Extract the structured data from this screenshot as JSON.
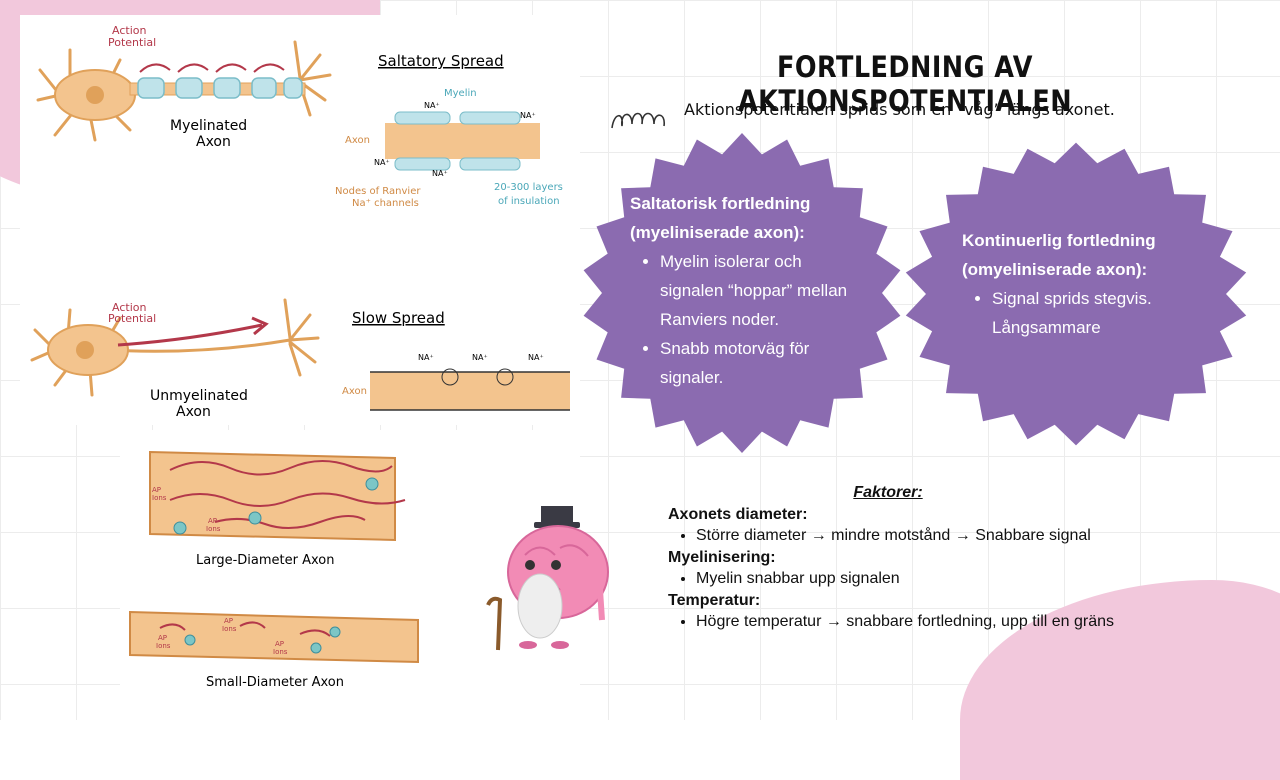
{
  "page": {
    "title": "FORTLEDNING AV AKTIONSPOTENTIALEN",
    "subtitle": "Aktionspotentialen sprids som en “våg” längs axonet."
  },
  "saltatory": {
    "heading_line1": "Saltatorisk fortledning",
    "heading_line2": "(myeliniserade axon):",
    "bullets": [
      "Myelin isolerar och signalen “hoppar” mellan Ranviers noder.",
      "Snabb motorväg för signaler."
    ]
  },
  "continuous": {
    "heading_line1": "Kontinuerlig fortledning",
    "heading_line2": "(omyeliniserade axon):",
    "bullets": [
      "Signal sprids stegvis. Långsammare"
    ]
  },
  "factors": {
    "title": "Faktorer:",
    "groups": [
      {
        "heading": "Axonets diameter:",
        "item": "Större diameter → mindre motstånd → Snabbare signal"
      },
      {
        "heading": "Myelinisering:",
        "item": "Myelin snabbar upp signalen"
      },
      {
        "heading": "Temperatur:",
        "item": "Högre temperatur → snabbare fortledning, upp till en gräns"
      }
    ]
  },
  "diagram": {
    "action_potential_1": "Action",
    "action_potential_2": "Potential",
    "myelinated_1": "Myelinated",
    "myelinated_2": "Axon",
    "saltatory_title": "Saltatory Spread",
    "myelin": "Myelin",
    "axon": "Axon",
    "na": "NA⁺",
    "nodes_1": "Nodes of Ranvier",
    "nodes_2": "Na⁺ channels",
    "layers_1": "20-300 layers",
    "layers_2": "of insulation",
    "unmyelinated_1": "Unmyelinated",
    "unmyelinated_2": "Axon",
    "slow_title": "Slow Spread",
    "large_axon": "Large-Diameter Axon",
    "small_axon": "Small-Diameter Axon",
    "ap_1": "AP",
    "ap_2": "Ions"
  },
  "colors": {
    "star_purple": "#8b6bb0",
    "pink": "#f2c8dc",
    "axon_tan": "#f3c48e",
    "myelin_blue": "#bfe3ea",
    "arrow_red": "#b3384a"
  },
  "icons": [
    "swirl-icon",
    "brain-mascot-icon"
  ]
}
